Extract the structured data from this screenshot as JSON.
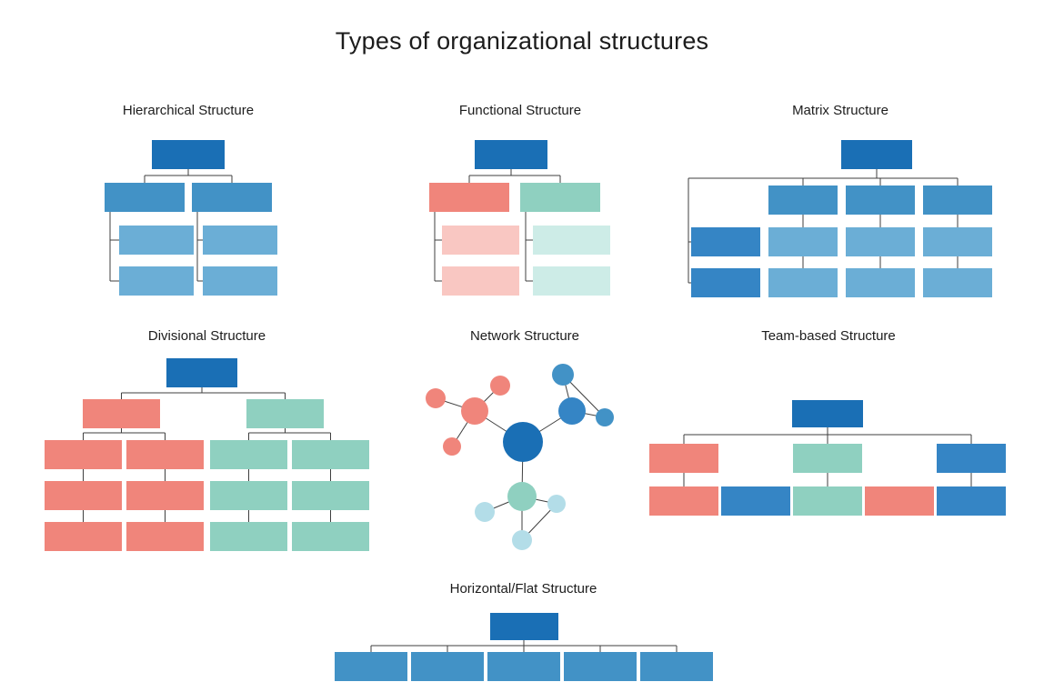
{
  "page": {
    "title": "Types of organizational structures"
  },
  "palette": {
    "dark-blue": "#1a6fb5",
    "mid-blue": "#4292c6",
    "light-blue": "#6baed6",
    "accent-blue": "#3585c5",
    "salmon": "#f0857b",
    "light-salmon": "#f9c7c2",
    "teal": "#8fd0c0",
    "light-teal": "#cdece7",
    "light-cyan": "#b3dde8",
    "line": "#3f3f3f",
    "text": "#1c1c1c"
  },
  "diagrams": {
    "hierarchical": {
      "title": "Hierarchical Structure"
    },
    "functional": {
      "title": "Functional Structure"
    },
    "matrix": {
      "title": "Matrix Structure"
    },
    "divisional": {
      "title": "Divisional Structure"
    },
    "network": {
      "title": "Network Structure"
    },
    "team_based": {
      "title": "Team-based Structure"
    },
    "horizontal_flat": {
      "title": "Horizontal/Flat Structure"
    }
  }
}
